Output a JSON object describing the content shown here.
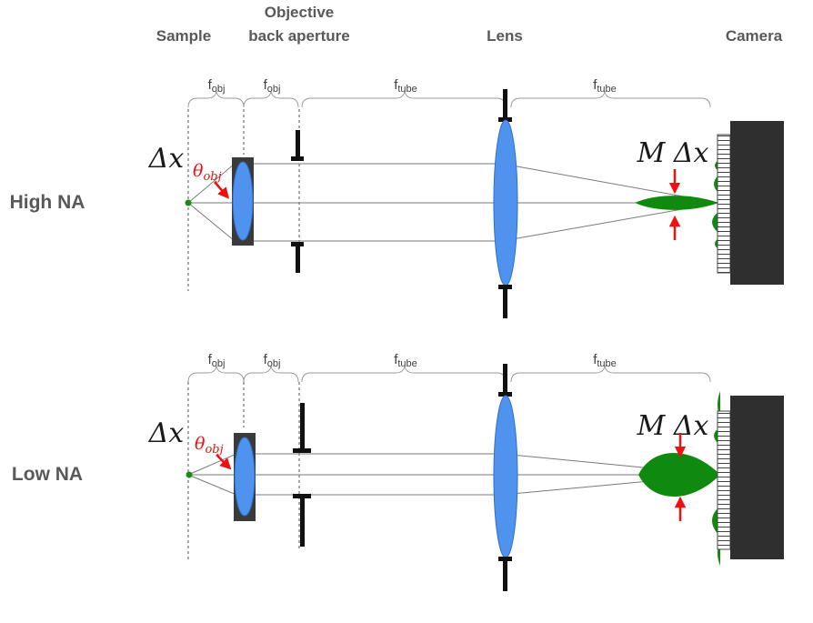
{
  "headers": {
    "sample": "Sample",
    "objective_line1": "Objective",
    "objective_line2": "back aperture",
    "lens": "Lens",
    "camera": "Camera"
  },
  "rows": [
    {
      "label": "High NA",
      "f_obj": "f",
      "f_obj_sub": "obj",
      "f_obj2": "f",
      "f_obj2_sub": "obj",
      "f_tube": "f",
      "f_tube_sub": "tube",
      "f_tube2": "f",
      "f_tube2_sub": "tube",
      "delta": "Δx",
      "theta": "θ",
      "theta_sub": "obj",
      "mag": "M Δx"
    },
    {
      "label": "Low NA",
      "f_obj": "f",
      "f_obj_sub": "obj",
      "f_obj2": "f",
      "f_obj2_sub": "obj",
      "f_tube": "f",
      "f_tube_sub": "tube",
      "f_tube2": "f",
      "f_tube2_sub": "tube",
      "delta": "Δx",
      "theta": "θ",
      "theta_sub": "obj",
      "mag": "M Δx"
    }
  ],
  "colors": {
    "lens_fill": "#4f93ef",
    "objective_housing": "#3a3a3a",
    "psf_green": "#0f8a0f",
    "arrow_red": "#ee1111",
    "camera_body": "#2f2f2f"
  }
}
